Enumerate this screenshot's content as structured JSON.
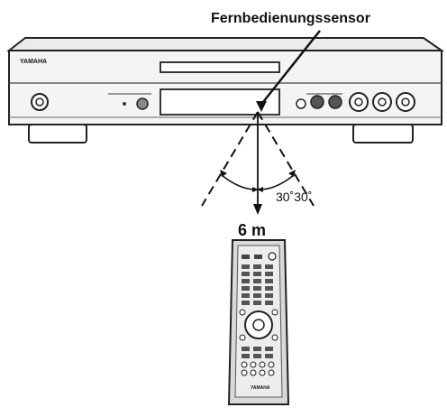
{
  "sensor_label": "Fernbedienungssensor",
  "angle_label": "30˚30˚",
  "distance_label": "6 m",
  "player_brand": "YAMAHA",
  "remote_brand": "YAMAHA"
}
